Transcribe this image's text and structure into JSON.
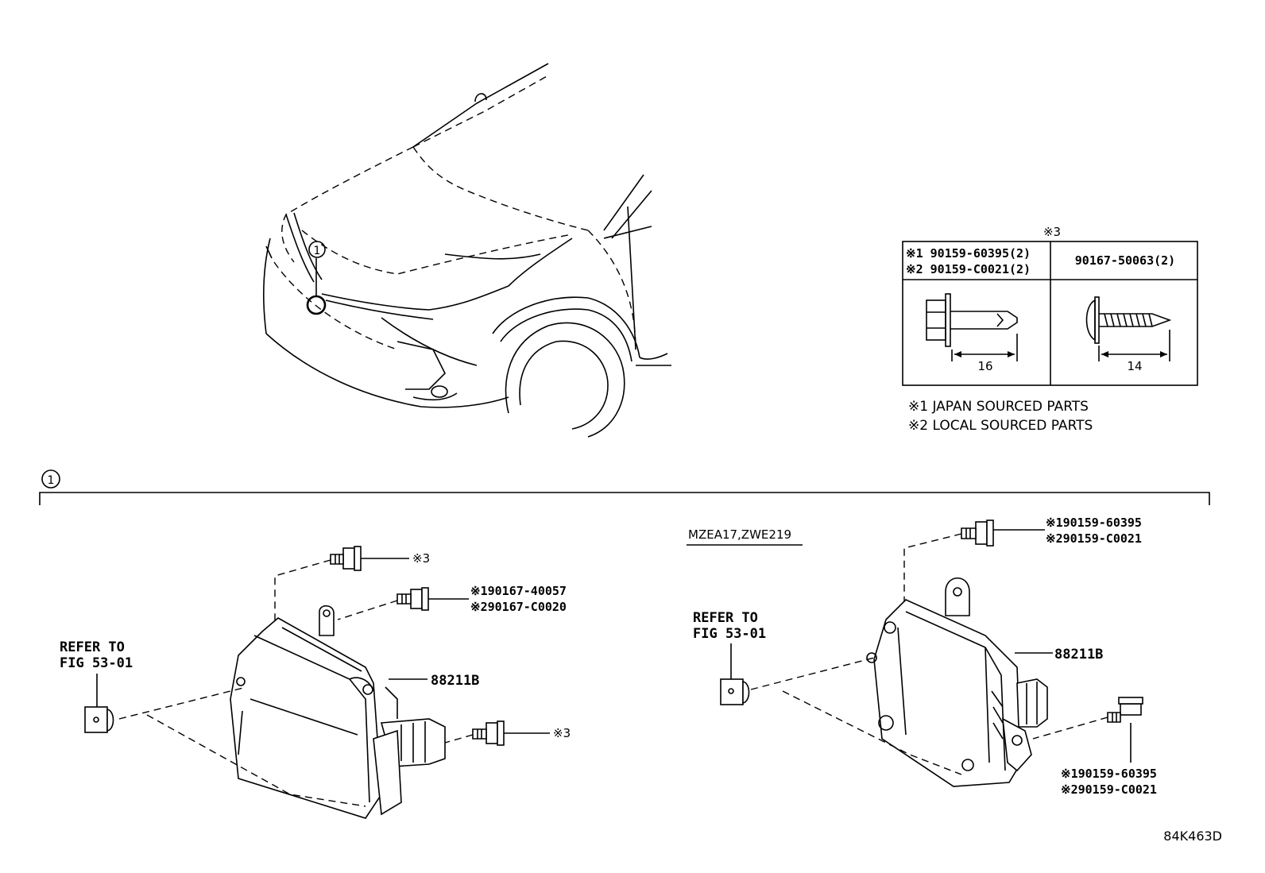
{
  "callout": {
    "circle_num": "1"
  },
  "table": {
    "ref_mark": "※3",
    "col1_row1": "※1 90159-60395(2)",
    "col1_row2": "※2 90159-C0021(2)",
    "col2": "90167-50063(2)",
    "dim1": "16",
    "dim2": "14"
  },
  "notes": {
    "note1": "※1 JAPAN SOURCED PARTS",
    "note2": "※2 LOCAL SOURCED PARTS"
  },
  "left": {
    "bolt_top_ref": "※3",
    "bolt_mid_1": "※190167-40057",
    "bolt_mid_2": "※290167-C0020",
    "bolt_low_ref": "※3",
    "part": "88211B",
    "refer1": "REFER TO",
    "refer2": "FIG 53-01"
  },
  "right": {
    "model": "MZEA17,ZWE219",
    "bolt_top_1": "※190159-60395",
    "bolt_top_2": "※290159-C0021",
    "part": "88211B",
    "refer1": "REFER TO",
    "refer2": "FIG 53-01",
    "bolt_low_1": "※190159-60395",
    "bolt_low_2": "※290159-C0021"
  },
  "figure_code": "84K463D"
}
